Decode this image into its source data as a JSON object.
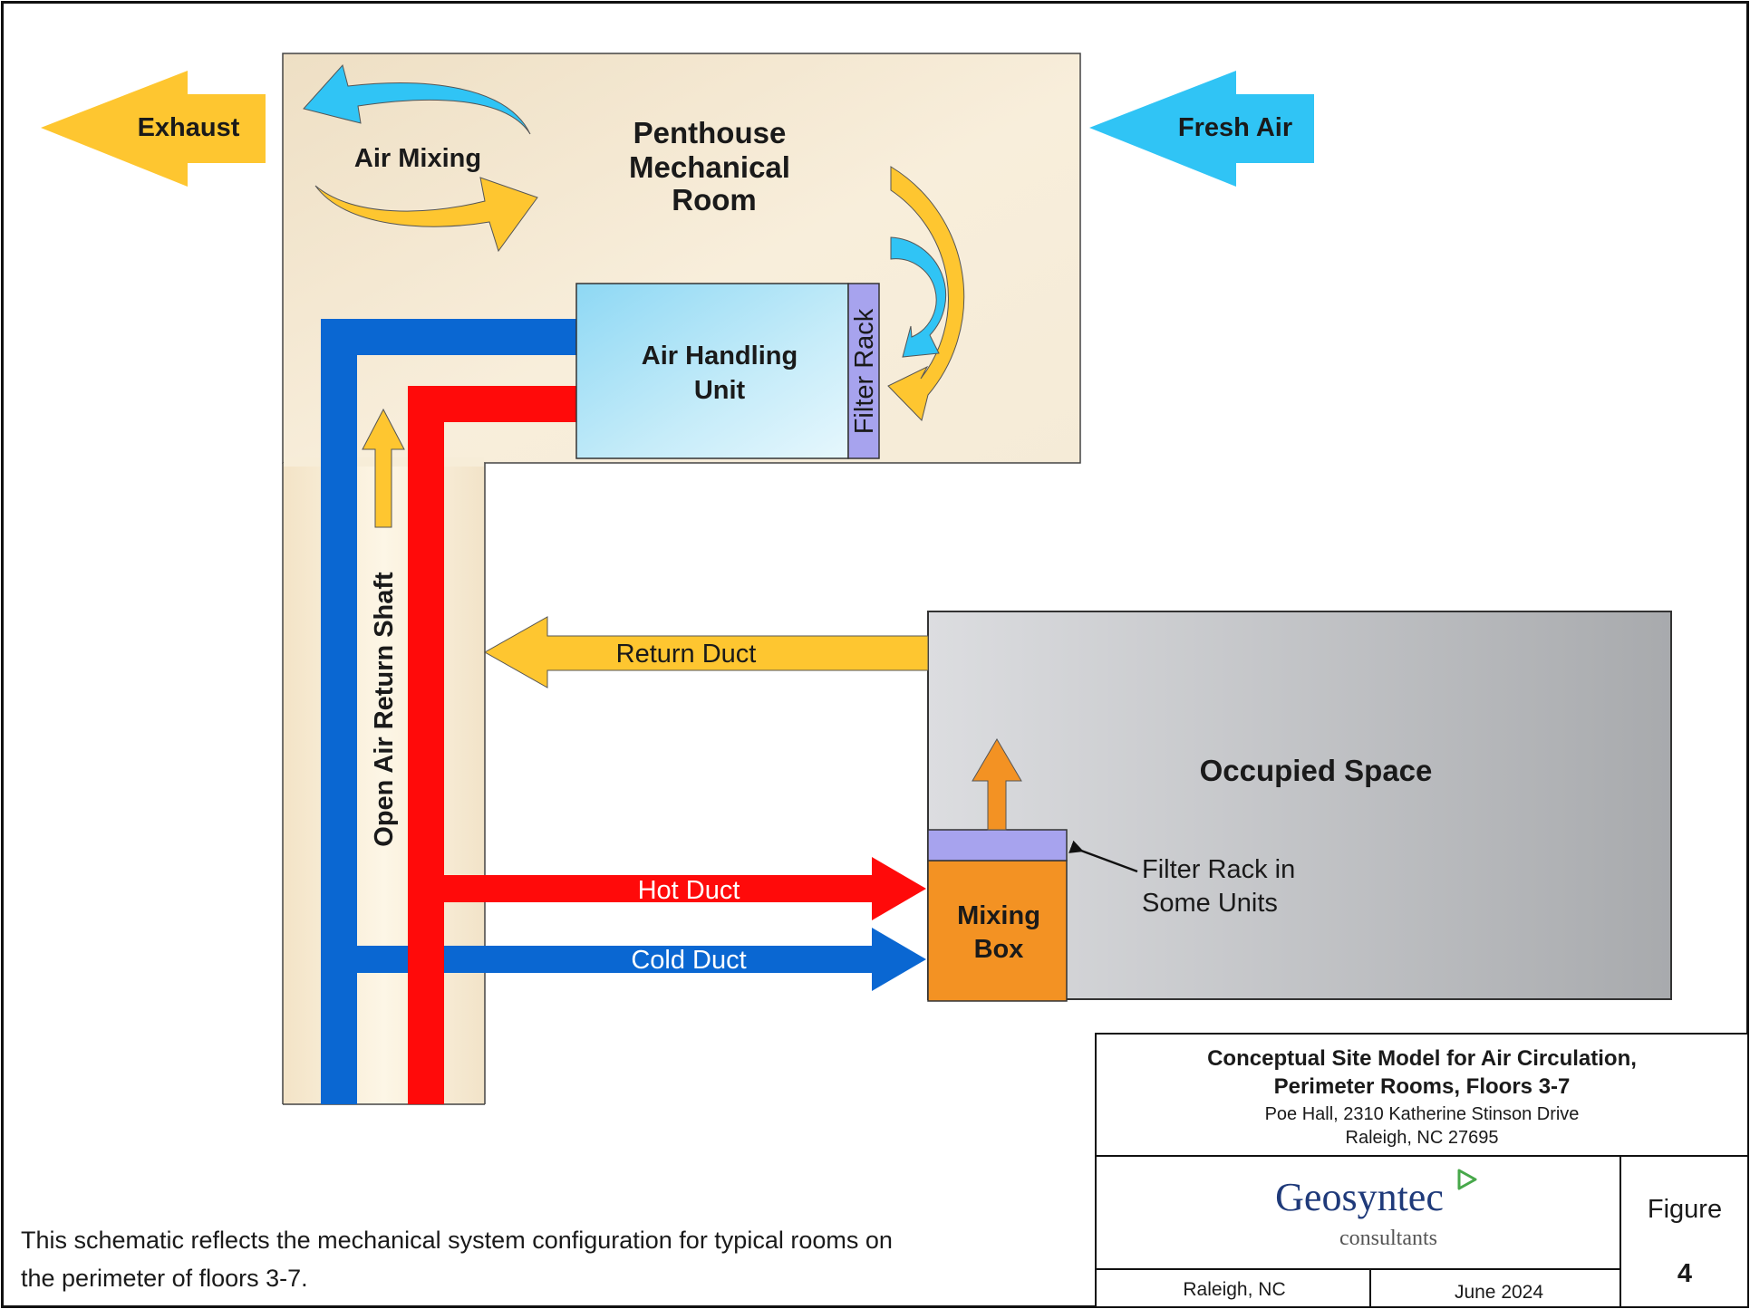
{
  "labels": {
    "exhaust": "Exhaust",
    "fresh_air": "Fresh Air",
    "air_mixing": "Air Mixing",
    "penthouse_line1": "Penthouse",
    "penthouse_line2": "Mechanical",
    "penthouse_line3": "Room",
    "ahu_line1": "Air Handling",
    "ahu_line2": "Unit",
    "filter_rack": "Filter Rack",
    "return_shaft": "Open Air Return Shaft",
    "return_duct": "Return Duct",
    "occupied_space": "Occupied Space",
    "hot_duct": "Hot Duct",
    "cold_duct": "Cold Duct",
    "mixing_box_line1": "Mixing",
    "mixing_box_line2": "Box",
    "filter_note_line1": "Filter Rack in",
    "filter_note_line2": "Some Units"
  },
  "note": {
    "line1": "This schematic reflects the mechanical system configuration for typical rooms on",
    "line2": "the perimeter of floors 3-7."
  },
  "title_block": {
    "title_line1": "Conceptual Site Model for Air Circulation,",
    "title_line2": "Perimeter Rooms, Floors 3-7",
    "address_line1": "Poe Hall, 2310 Katherine Stinson Drive",
    "address_line2": "Raleigh, NC 27695",
    "company": "Geosyntec",
    "company_sub": "consultants",
    "figure_label": "Figure",
    "figure_number": "4",
    "location": "Raleigh, NC",
    "date": "June 2024"
  },
  "colors": {
    "yellow": "#FEC630",
    "light_blue": "#30C4F5",
    "duct_blue": "#0A67D2",
    "duct_red": "#FF0A0A",
    "orange": "#F39223",
    "filter_purple": "#A7A3EE",
    "penthouse_bg": "#F3E5CB"
  }
}
